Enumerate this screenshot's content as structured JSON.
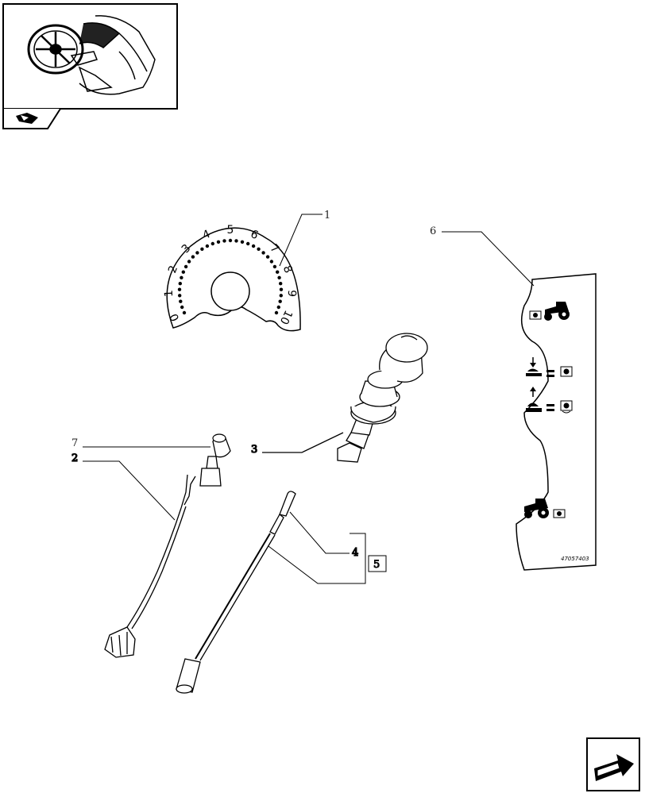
{
  "callouts": {
    "part_1": "1",
    "part_2": "2",
    "part_3": "3",
    "part_4": "4",
    "part_5": "5",
    "part_6": "6",
    "part_7": "7"
  },
  "dial": {
    "scale": [
      "0",
      "1",
      "2",
      "3",
      "4",
      "5",
      "6",
      "7",
      "8",
      "9",
      "10"
    ]
  },
  "decal": {
    "reference_code": "47057403"
  },
  "icons": {
    "thumbnail": "tractor-cab-steering-wheel-icon",
    "book": "book-icon",
    "nav": "next-page-arrow-icon"
  }
}
